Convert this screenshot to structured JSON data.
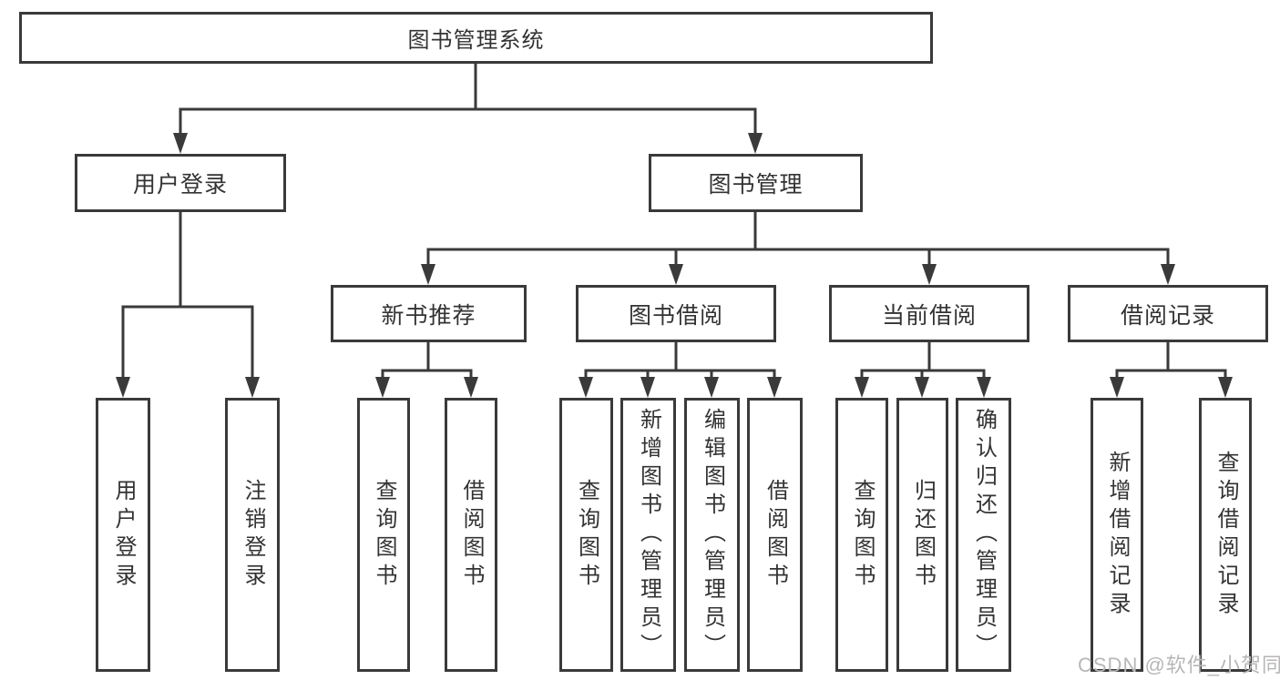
{
  "diagram": {
    "title": "图书管理系统",
    "nodes": {
      "root": "图书管理系统",
      "user_login": "用户登录",
      "book_management": "图书管理",
      "new_book_recommend": "新书推荐",
      "book_borrowing": "图书借阅",
      "current_borrowing": "当前借阅",
      "borrowing_records": "借阅记录",
      "leaf_user_login": "用户登录",
      "leaf_logout": "注销登录",
      "leaf_query_books_recommend": "查询图书",
      "leaf_borrow_books_recommend": "借阅图书",
      "leaf_query_books_borrowing": "查询图书",
      "leaf_add_book_admin": "新增图书（管理员）",
      "leaf_edit_book_admin": "编辑图书（管理员）",
      "leaf_borrow_books_borrowing": "借阅图书",
      "leaf_query_books_current": "查询图书",
      "leaf_return_books": "归还图书",
      "leaf_confirm_return_admin": "确认归还（管理员）",
      "leaf_add_borrow_record": "新增借阅记录",
      "leaf_query_borrow_record": "查询借阅记录"
    },
    "hierarchy": {
      "图书管理系统": [
        "用户登录",
        "图书管理"
      ],
      "用户登录": [
        "用户登录",
        "注销登录"
      ],
      "图书管理": [
        "新书推荐",
        "图书借阅",
        "当前借阅",
        "借阅记录"
      ],
      "新书推荐": [
        "查询图书",
        "借阅图书"
      ],
      "图书借阅": [
        "查询图书",
        "新增图书（管理员）",
        "编辑图书（管理员）",
        "借阅图书"
      ],
      "当前借阅": [
        "查询图书",
        "归还图书",
        "确认归还（管理员）"
      ],
      "借阅记录": [
        "新增借阅记录",
        "查询借阅记录"
      ]
    },
    "colors": {
      "line": "#3a3a3a",
      "text": "#333333",
      "box_background": "#ffffff",
      "page_background": "#ffffff",
      "watermark": "#b8b6b6"
    }
  },
  "watermark": {
    "text": "CSDN @软件_小贺同学"
  }
}
